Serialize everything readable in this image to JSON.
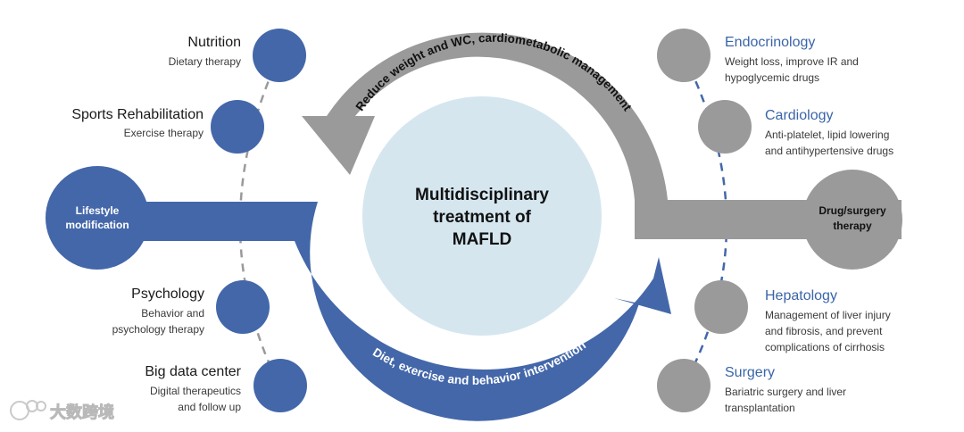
{
  "center": {
    "line1": "Multidisciplinary",
    "line2": "treatment of",
    "line3": "MAFLD"
  },
  "left_hub": {
    "line1": "Lifestyle",
    "line2": "modification"
  },
  "right_hub": {
    "line1": "Drug/surgery",
    "line2": "therapy"
  },
  "top_arrow_text": "Reduce weight and WC, cardiometabolic management",
  "bottom_arrow_text": "Diet, exercise and behavior intervention",
  "left_items": [
    {
      "title": "Nutrition",
      "lines": [
        "Dietary therapy"
      ]
    },
    {
      "title": "Sports Rehabilitation",
      "lines": [
        "Exercise therapy"
      ]
    },
    {
      "title": "Psychology",
      "lines": [
        "Behavior and",
        "psychology therapy"
      ]
    },
    {
      "title": "Big data center",
      "lines": [
        "Digital therapeutics",
        "and follow up"
      ]
    }
  ],
  "right_items": [
    {
      "title": "Endocrinology",
      "lines": [
        "Weight loss, improve IR and",
        "hypoglycemic drugs"
      ]
    },
    {
      "title": "Cardiology",
      "lines": [
        "Anti-platelet, lipid lowering",
        "and antihypertensive drugs"
      ]
    },
    {
      "title": "Hepatology",
      "lines": [
        "Management of liver injury",
        "and fibrosis, and prevent",
        "complications of cirrhosis"
      ]
    },
    {
      "title": "Surgery",
      "lines": [
        "Bariatric surgery and liver",
        "transplantation"
      ]
    }
  ],
  "watermark": "大数跨境",
  "colors": {
    "blue": "#4367a9",
    "grey": "#9a9a9a",
    "center": "#d5e6ef",
    "title_blue": "#3a65a8"
  }
}
